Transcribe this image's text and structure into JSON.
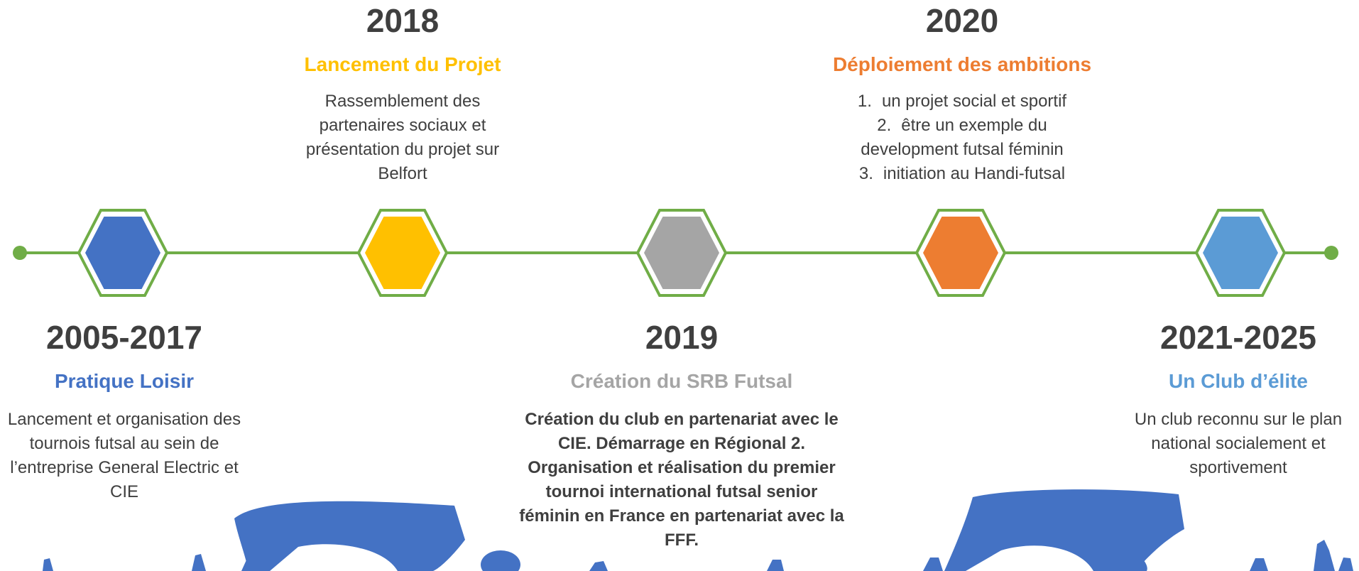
{
  "colors": {
    "line": "#70ad47",
    "blue": "#4472c4",
    "yellow": "#ffc000",
    "gray": "#a5a5a5",
    "orange": "#ed7d31",
    "lightblue": "#5b9bd5",
    "crowd": "#4472c4"
  },
  "milestones": [
    {
      "year": "2005-2017",
      "title": "Pratique Loisir",
      "color": "#4472c4",
      "description": "Lancement et organisation des tournois futsal au sein de l’entreprise General Electric et CIE"
    },
    {
      "year": "2018",
      "title": "Lancement du Projet",
      "color": "#ffc000",
      "description": "Rassemblement des partenaires sociaux et présentation du projet sur Belfort"
    },
    {
      "year": "2019",
      "title": "Création du SRB Futsal",
      "color": "#a5a5a5",
      "description": "Création du club en partenariat avec le CIE. Démarrage en Régional 2. Organisation et réalisation du premier tournoi international futsal senior féminin en France en partenariat avec la FFF."
    },
    {
      "year": "2020",
      "title": "Déploiement des ambitions",
      "color": "#ed7d31",
      "list": [
        {
          "number": "1.",
          "text": "un projet social et sportif"
        },
        {
          "number": "2.",
          "text": "être un exemple du development futsal féminin"
        },
        {
          "number": "3.",
          "text": "initiation au Handi-futsal"
        }
      ]
    },
    {
      "year": "2021-2025",
      "title": "Un Club d’élite",
      "color": "#5b9bd5",
      "description": "Un club reconnu sur le plan national socialement et sportivement"
    }
  ]
}
